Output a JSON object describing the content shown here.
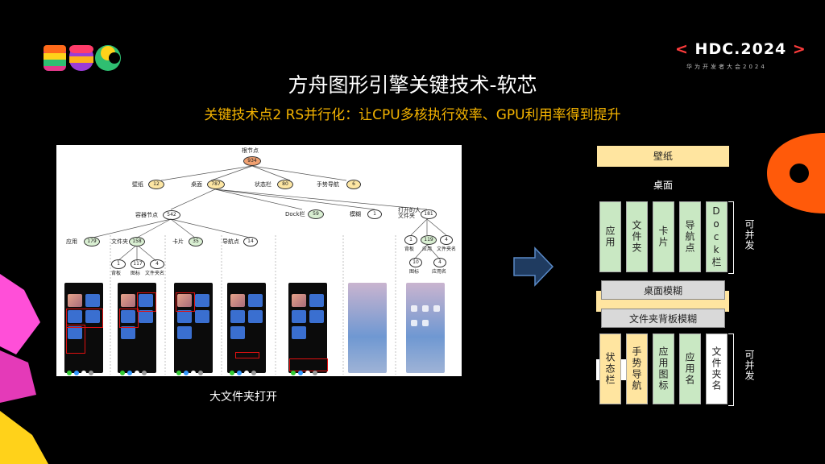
{
  "header": {
    "badge_text": "HDC.2024",
    "badge_left": "<",
    "badge_right": ">",
    "badge_sub": "华为开发者大会2024",
    "title": "方舟图形引擎关键技术-软芯",
    "subtitle": "关键技术点2 RS并行化：让CPU多核执行效率、GPU利用率得到提升"
  },
  "tree": {
    "root_label": "根节点",
    "root_value": "934",
    "level1": [
      {
        "label": "壁纸",
        "value": "12"
      },
      {
        "label": "桌面",
        "value": "787"
      },
      {
        "label": "状态栏",
        "value": "80"
      },
      {
        "label": "手势导航",
        "value": "6"
      }
    ],
    "level2": [
      {
        "label": "容器节点",
        "value": "542"
      },
      {
        "label": "Dock栏",
        "value": "59"
      },
      {
        "label": "模糊",
        "value": "1"
      },
      {
        "label": "打开的大文件夹",
        "value": "181"
      }
    ],
    "level3": [
      {
        "label": "应用",
        "value": "179"
      },
      {
        "label": "文件夹",
        "value": "158"
      },
      {
        "label": "卡片",
        "value": "35"
      },
      {
        "label": "导航点",
        "value": "14"
      }
    ],
    "folder_children": [
      {
        "label": "背板",
        "value": "1"
      },
      {
        "label": "图标",
        "value": "117"
      },
      {
        "label": "文件夹名",
        "value": "4"
      }
    ],
    "bigfolder_children": [
      {
        "label": "背板",
        "value": "1"
      },
      {
        "label": "应用",
        "value": "119"
      },
      {
        "label": "文件夹名",
        "value": "4"
      }
    ],
    "bigfolder_grandchildren": [
      {
        "label": "图标",
        "value": "10"
      },
      {
        "label": "应用名",
        "value": "4"
      }
    ]
  },
  "caption": "大文件夹打开",
  "stack": {
    "wallpaper": "壁纸",
    "desktop": "桌面",
    "desktop_cols": [
      "应用",
      "文件夹",
      "卡片",
      "导航点",
      "Dock栏"
    ],
    "concurrent1": "可并发",
    "desktop_blur": "桌面模糊",
    "folder_blur": "文件夹背板模糊",
    "bottom_cols": [
      "状态栏",
      "手势导航",
      "应用图标",
      "应用名",
      "文件夹名"
    ],
    "concurrent2": "可并发"
  },
  "colors": {
    "accent": "#f5b400",
    "badge_bracket": "#ff3c3c",
    "green_block": "#c9e8c3",
    "yellow_block": "#ffe5a0",
    "gray_block": "#d9d9d9"
  }
}
